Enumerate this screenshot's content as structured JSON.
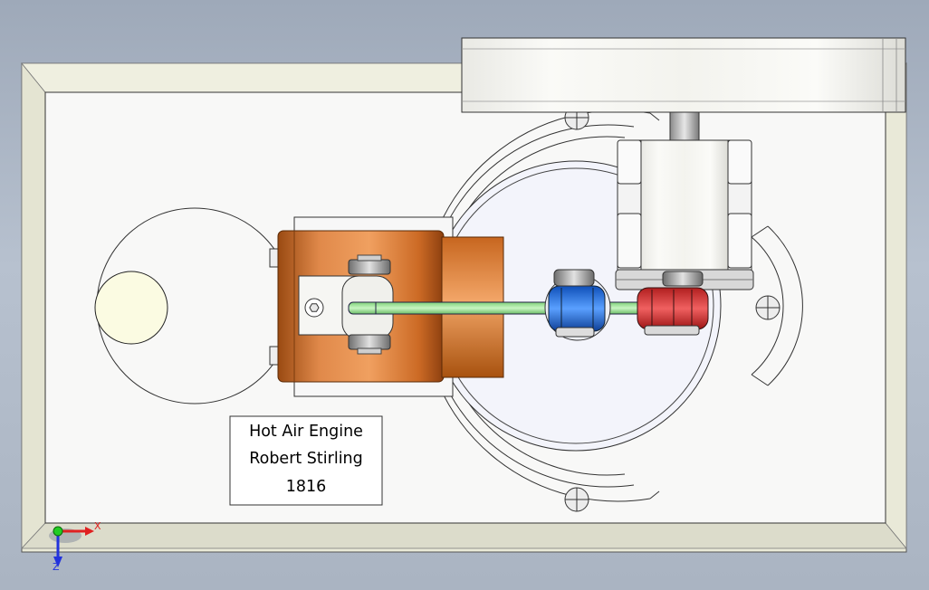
{
  "plaque": {
    "line1": "Hot Air Engine",
    "line2": "Robert Stirling",
    "line3": "1816"
  },
  "axes": {
    "x_label": "X",
    "z_label": "Z"
  },
  "colors": {
    "background": "#aab4c2",
    "base_plate": "#f7f7f7",
    "base_bevel": "#ebebd8",
    "cylinder": "#d8772e",
    "connecting_rod": "#9fe39a",
    "blue_bearing": "#2f73d9",
    "red_bearing": "#d83a3a",
    "flywheel": "#f5f5f2",
    "burner_cap": "#fbfbe3"
  },
  "icons": [
    "screw-head-icon",
    "hex-nut-icon",
    "axis-triad-icon"
  ]
}
